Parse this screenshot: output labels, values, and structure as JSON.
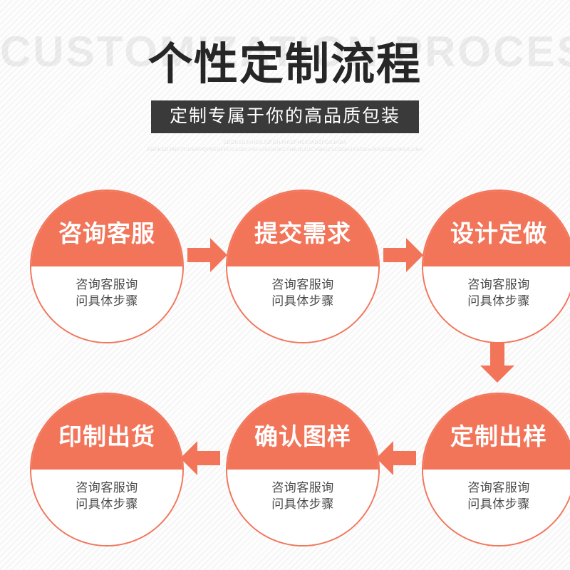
{
  "header": {
    "watermark": "CUSTOMIZATION PROCESS",
    "title": "个性定制流程",
    "subtitle": "定制专属于你的高品质包装",
    "filler_line_1": "SDGKSDJKHDKJSFGHJAKDFHSVJADSFGKJHDA",
    "filler_line_2": "SGFKEDJIRFJYIUERPQIWEDFFUGASDIJHGHJKGHJKCVHBJKZUCVBHJZSDSGHJASDGHJKASDGHJKSGJJKH"
  },
  "theme": {
    "accent": "#f2755a",
    "title_color": "#262626",
    "subtitle_bar_bg": "#3a3a3a",
    "desc_color": "#4a4a4a",
    "background": "#fdfdfd"
  },
  "flow": {
    "nodes": [
      {
        "step": 1,
        "title": "咨询客服",
        "desc_line_1": "咨询客服询",
        "desc_line_2": "问具体步骤"
      },
      {
        "step": 2,
        "title": "提交需求",
        "desc_line_1": "咨询客服询",
        "desc_line_2": "问具体步骤"
      },
      {
        "step": 3,
        "title": "设计定做",
        "desc_line_1": "咨询客服询",
        "desc_line_2": "问具体步骤"
      },
      {
        "step": 4,
        "title": "定制出样",
        "desc_line_1": "咨询客服询",
        "desc_line_2": "问具体步骤"
      },
      {
        "step": 5,
        "title": "确认图样",
        "desc_line_1": "咨询客服询",
        "desc_line_2": "问具体步骤"
      },
      {
        "step": 6,
        "title": "印制出货",
        "desc_line_1": "咨询客服询",
        "desc_line_2": "问具体步骤"
      }
    ],
    "arrows": [
      {
        "id": 1,
        "direction": "right",
        "from_step": 1,
        "to_step": 2
      },
      {
        "id": 2,
        "direction": "right",
        "from_step": 2,
        "to_step": 3
      },
      {
        "id": 3,
        "direction": "down",
        "from_step": 3,
        "to_step": 4
      },
      {
        "id": 4,
        "direction": "left",
        "from_step": 4,
        "to_step": 5
      },
      {
        "id": 5,
        "direction": "left",
        "from_step": 5,
        "to_step": 6
      }
    ]
  }
}
